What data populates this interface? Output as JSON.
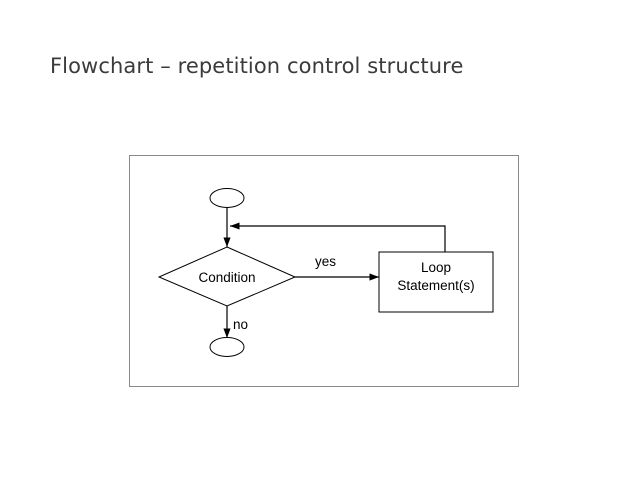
{
  "slide": {
    "title": "Flowchart – repetition control structure",
    "background_color": "#ffffff",
    "title_color": "#3b3b3b"
  },
  "diagram": {
    "frame_border_color": "#8a8a8a",
    "line_color": "#000000",
    "nodes": [
      {
        "id": "start",
        "type": "terminator-ellipse",
        "label": ""
      },
      {
        "id": "condition",
        "type": "decision-diamond",
        "label": "Condition"
      },
      {
        "id": "loop-body",
        "type": "process-box",
        "label_line1": "Loop",
        "label_line2": "Statement(s)"
      },
      {
        "id": "end",
        "type": "terminator-ellipse",
        "label": ""
      }
    ],
    "edges": [
      {
        "id": "start-to-condition",
        "from": "start",
        "to": "condition",
        "label": ""
      },
      {
        "id": "condition-to-loop-body",
        "from": "condition",
        "to": "loop-body",
        "label": "yes"
      },
      {
        "id": "loop-body-to-condition-feedback",
        "from": "loop-body",
        "to": "start-to-condition",
        "label": ""
      },
      {
        "id": "condition-to-end",
        "from": "condition",
        "to": "end",
        "label": "no"
      }
    ],
    "labels": {
      "yes": "yes",
      "no": "no",
      "condition": "Condition",
      "loop_line1": "Loop",
      "loop_line2": "Statement(s)"
    }
  }
}
